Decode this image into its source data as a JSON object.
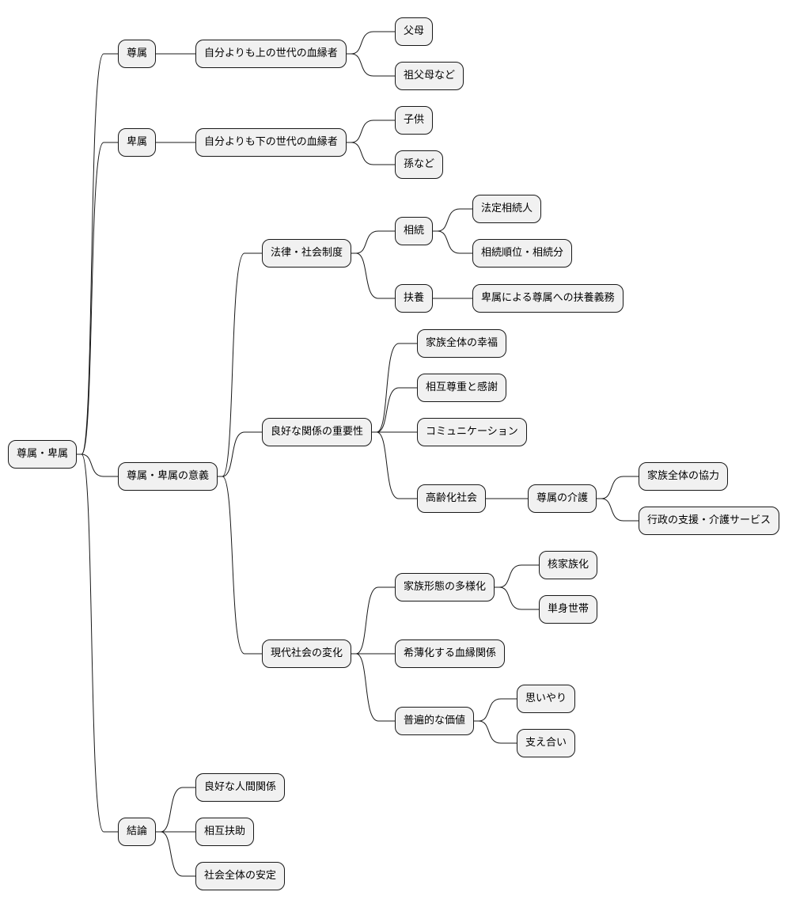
{
  "mindmap": {
    "root": {
      "id": "root",
      "label": "尊属・卑属"
    },
    "nodes": [
      {
        "id": "sonzoku",
        "parent": "root",
        "label": "尊属"
      },
      {
        "id": "sonzoku-def",
        "parent": "sonzoku",
        "label": "自分よりも上の世代の血縁者"
      },
      {
        "id": "fubo",
        "parent": "sonzoku-def",
        "label": "父母"
      },
      {
        "id": "sofubo",
        "parent": "sonzoku-def",
        "label": "祖父母など"
      },
      {
        "id": "hizoku",
        "parent": "root",
        "label": "卑属"
      },
      {
        "id": "hizoku-def",
        "parent": "hizoku",
        "label": "自分よりも下の世代の血縁者"
      },
      {
        "id": "kodomo",
        "parent": "hizoku-def",
        "label": "子供"
      },
      {
        "id": "mago",
        "parent": "hizoku-def",
        "label": "孫など"
      },
      {
        "id": "igi",
        "parent": "root",
        "label": "尊属・卑属の意義"
      },
      {
        "id": "houritsu",
        "parent": "igi",
        "label": "法律・社会制度"
      },
      {
        "id": "souzoku",
        "parent": "houritsu",
        "label": "相続"
      },
      {
        "id": "houtei",
        "parent": "souzoku",
        "label": "法定相続人"
      },
      {
        "id": "juni",
        "parent": "souzoku",
        "label": "相続順位・相続分"
      },
      {
        "id": "fuyou",
        "parent": "houritsu",
        "label": "扶養"
      },
      {
        "id": "fuyou-gimu",
        "parent": "fuyou",
        "label": "卑属による尊属への扶養義務"
      },
      {
        "id": "ryoukou",
        "parent": "igi",
        "label": "良好な関係の重要性"
      },
      {
        "id": "koufuku",
        "parent": "ryoukou",
        "label": "家族全体の幸福"
      },
      {
        "id": "sonchou",
        "parent": "ryoukou",
        "label": "相互尊重と感謝"
      },
      {
        "id": "comm",
        "parent": "ryoukou",
        "label": "コミュニケーション"
      },
      {
        "id": "koureika",
        "parent": "ryoukou",
        "label": "高齢化社会"
      },
      {
        "id": "kaigo",
        "parent": "koureika",
        "label": "尊属の介護"
      },
      {
        "id": "kyouryoku",
        "parent": "kaigo",
        "label": "家族全体の協力"
      },
      {
        "id": "gyousei",
        "parent": "kaigo",
        "label": "行政の支援・介護サービス"
      },
      {
        "id": "gendai",
        "parent": "igi",
        "label": "現代社会の変化"
      },
      {
        "id": "keitai",
        "parent": "gendai",
        "label": "家族形態の多様化"
      },
      {
        "id": "kaku",
        "parent": "keitai",
        "label": "核家族化"
      },
      {
        "id": "tanshin",
        "parent": "keitai",
        "label": "単身世帯"
      },
      {
        "id": "kihaku",
        "parent": "gendai",
        "label": "希薄化する血縁関係"
      },
      {
        "id": "fuhen",
        "parent": "gendai",
        "label": "普遍的な価値"
      },
      {
        "id": "omoiyari",
        "parent": "fuhen",
        "label": "思いやり"
      },
      {
        "id": "sasae",
        "parent": "fuhen",
        "label": "支え合い"
      },
      {
        "id": "ketsuron",
        "parent": "root",
        "label": "結論"
      },
      {
        "id": "ningen",
        "parent": "ketsuron",
        "label": "良好な人間関係"
      },
      {
        "id": "fujo",
        "parent": "ketsuron",
        "label": "相互扶助"
      },
      {
        "id": "antei",
        "parent": "ketsuron",
        "label": "社会全体の安定"
      }
    ]
  }
}
